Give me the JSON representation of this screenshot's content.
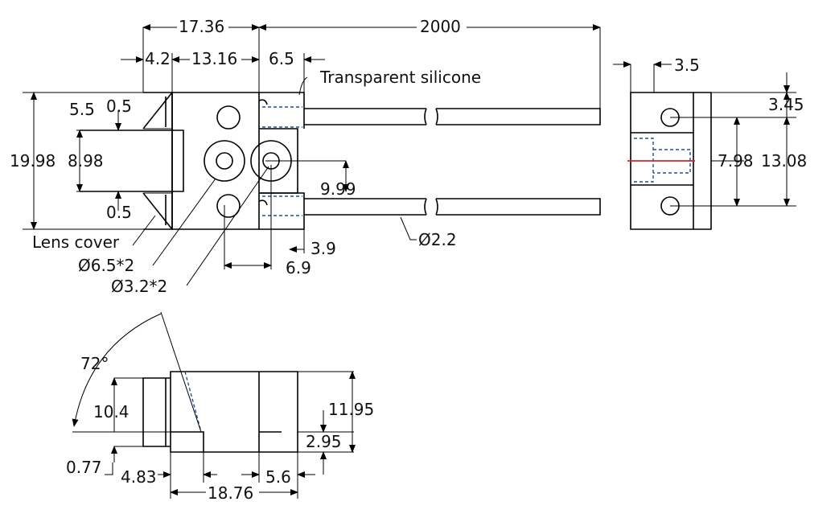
{
  "labels": {
    "d_17_36": "17.36",
    "d_2000": "2000",
    "d_4_2": "4.2",
    "d_13_16": "13.16",
    "d_6_5": "6.5",
    "transparent_silicone": "Transparent silicone",
    "d_5_5": "5.5",
    "d_0_5_top": "0.5",
    "d_19_98": "19.98",
    "d_8_98": "8.98",
    "d_0_5_bottom": "0.5",
    "d_9_99": "9.99",
    "lens_cover": "Lens cover",
    "d_phi_6_5_x2": "Ø6.5*2",
    "d_phi_3_2_x2": "Ø3.2*2",
    "d_3_9": "3.9",
    "d_6_9": "6.9",
    "d_phi_2_2": "Ø2.2",
    "d_3_5": "3.5",
    "d_3_45": "3.45",
    "d_7_98": "7.98",
    "d_13_08": "13.08",
    "d_72_deg": "72°",
    "d_10_4": "10.4",
    "d_11_95": "11.95",
    "d_2_95": "2.95",
    "d_0_77": "0.77",
    "d_4_83": "4.83",
    "d_5_6": "5.6",
    "d_18_76": "18.76"
  },
  "colors": {
    "outline": "#000000",
    "hidden_lines": "#1f4e9a",
    "center_line": "#d0282a",
    "background": "#ffffff"
  }
}
